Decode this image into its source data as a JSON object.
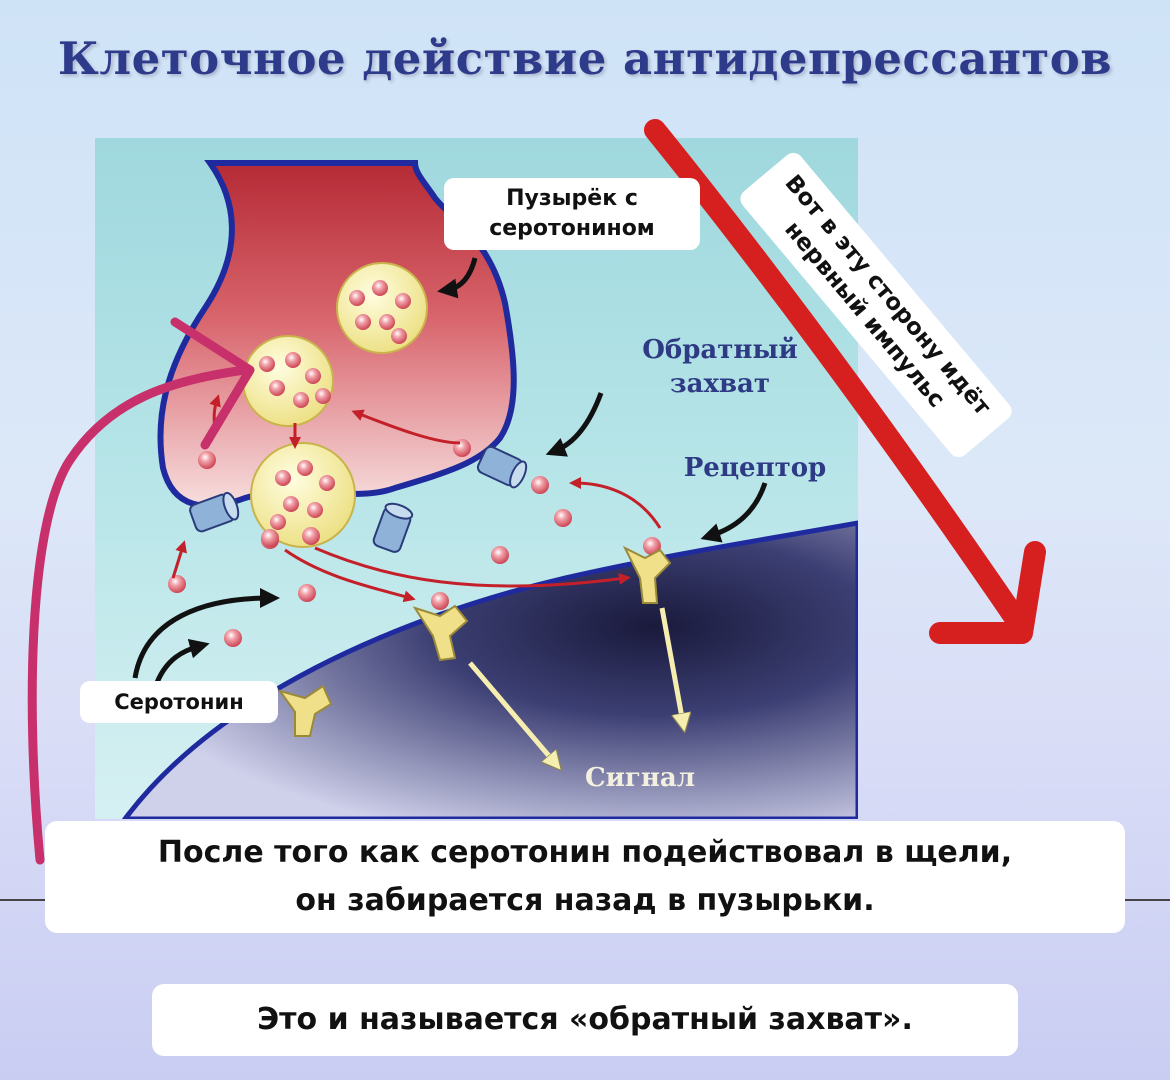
{
  "title": "Клеточное действие антидепрессантов",
  "labels": {
    "vesicle": [
      "Пузырёк с",
      "серотонином"
    ],
    "reuptake": [
      "Обратный",
      "захват"
    ],
    "receptor": "Рецептор",
    "serotonin": "Серотонин",
    "signal": "Сигнал",
    "impulse": [
      "Вот в эту сторону идёт",
      "нервный импульс"
    ]
  },
  "captions": {
    "main_line1": "После того как серотонин подействовал в щели,",
    "main_line2": "он забирается назад в пузырьки.",
    "bottom": "Это и называется «обратный захват»."
  },
  "colors": {
    "title": "#2e3a8a",
    "red_arrow": "#d62020",
    "magenta_arrow": "#c8306b",
    "membrane": "#1f2a9e",
    "serotonin_dot": "#d95060",
    "receptor": "#f0e08a"
  }
}
